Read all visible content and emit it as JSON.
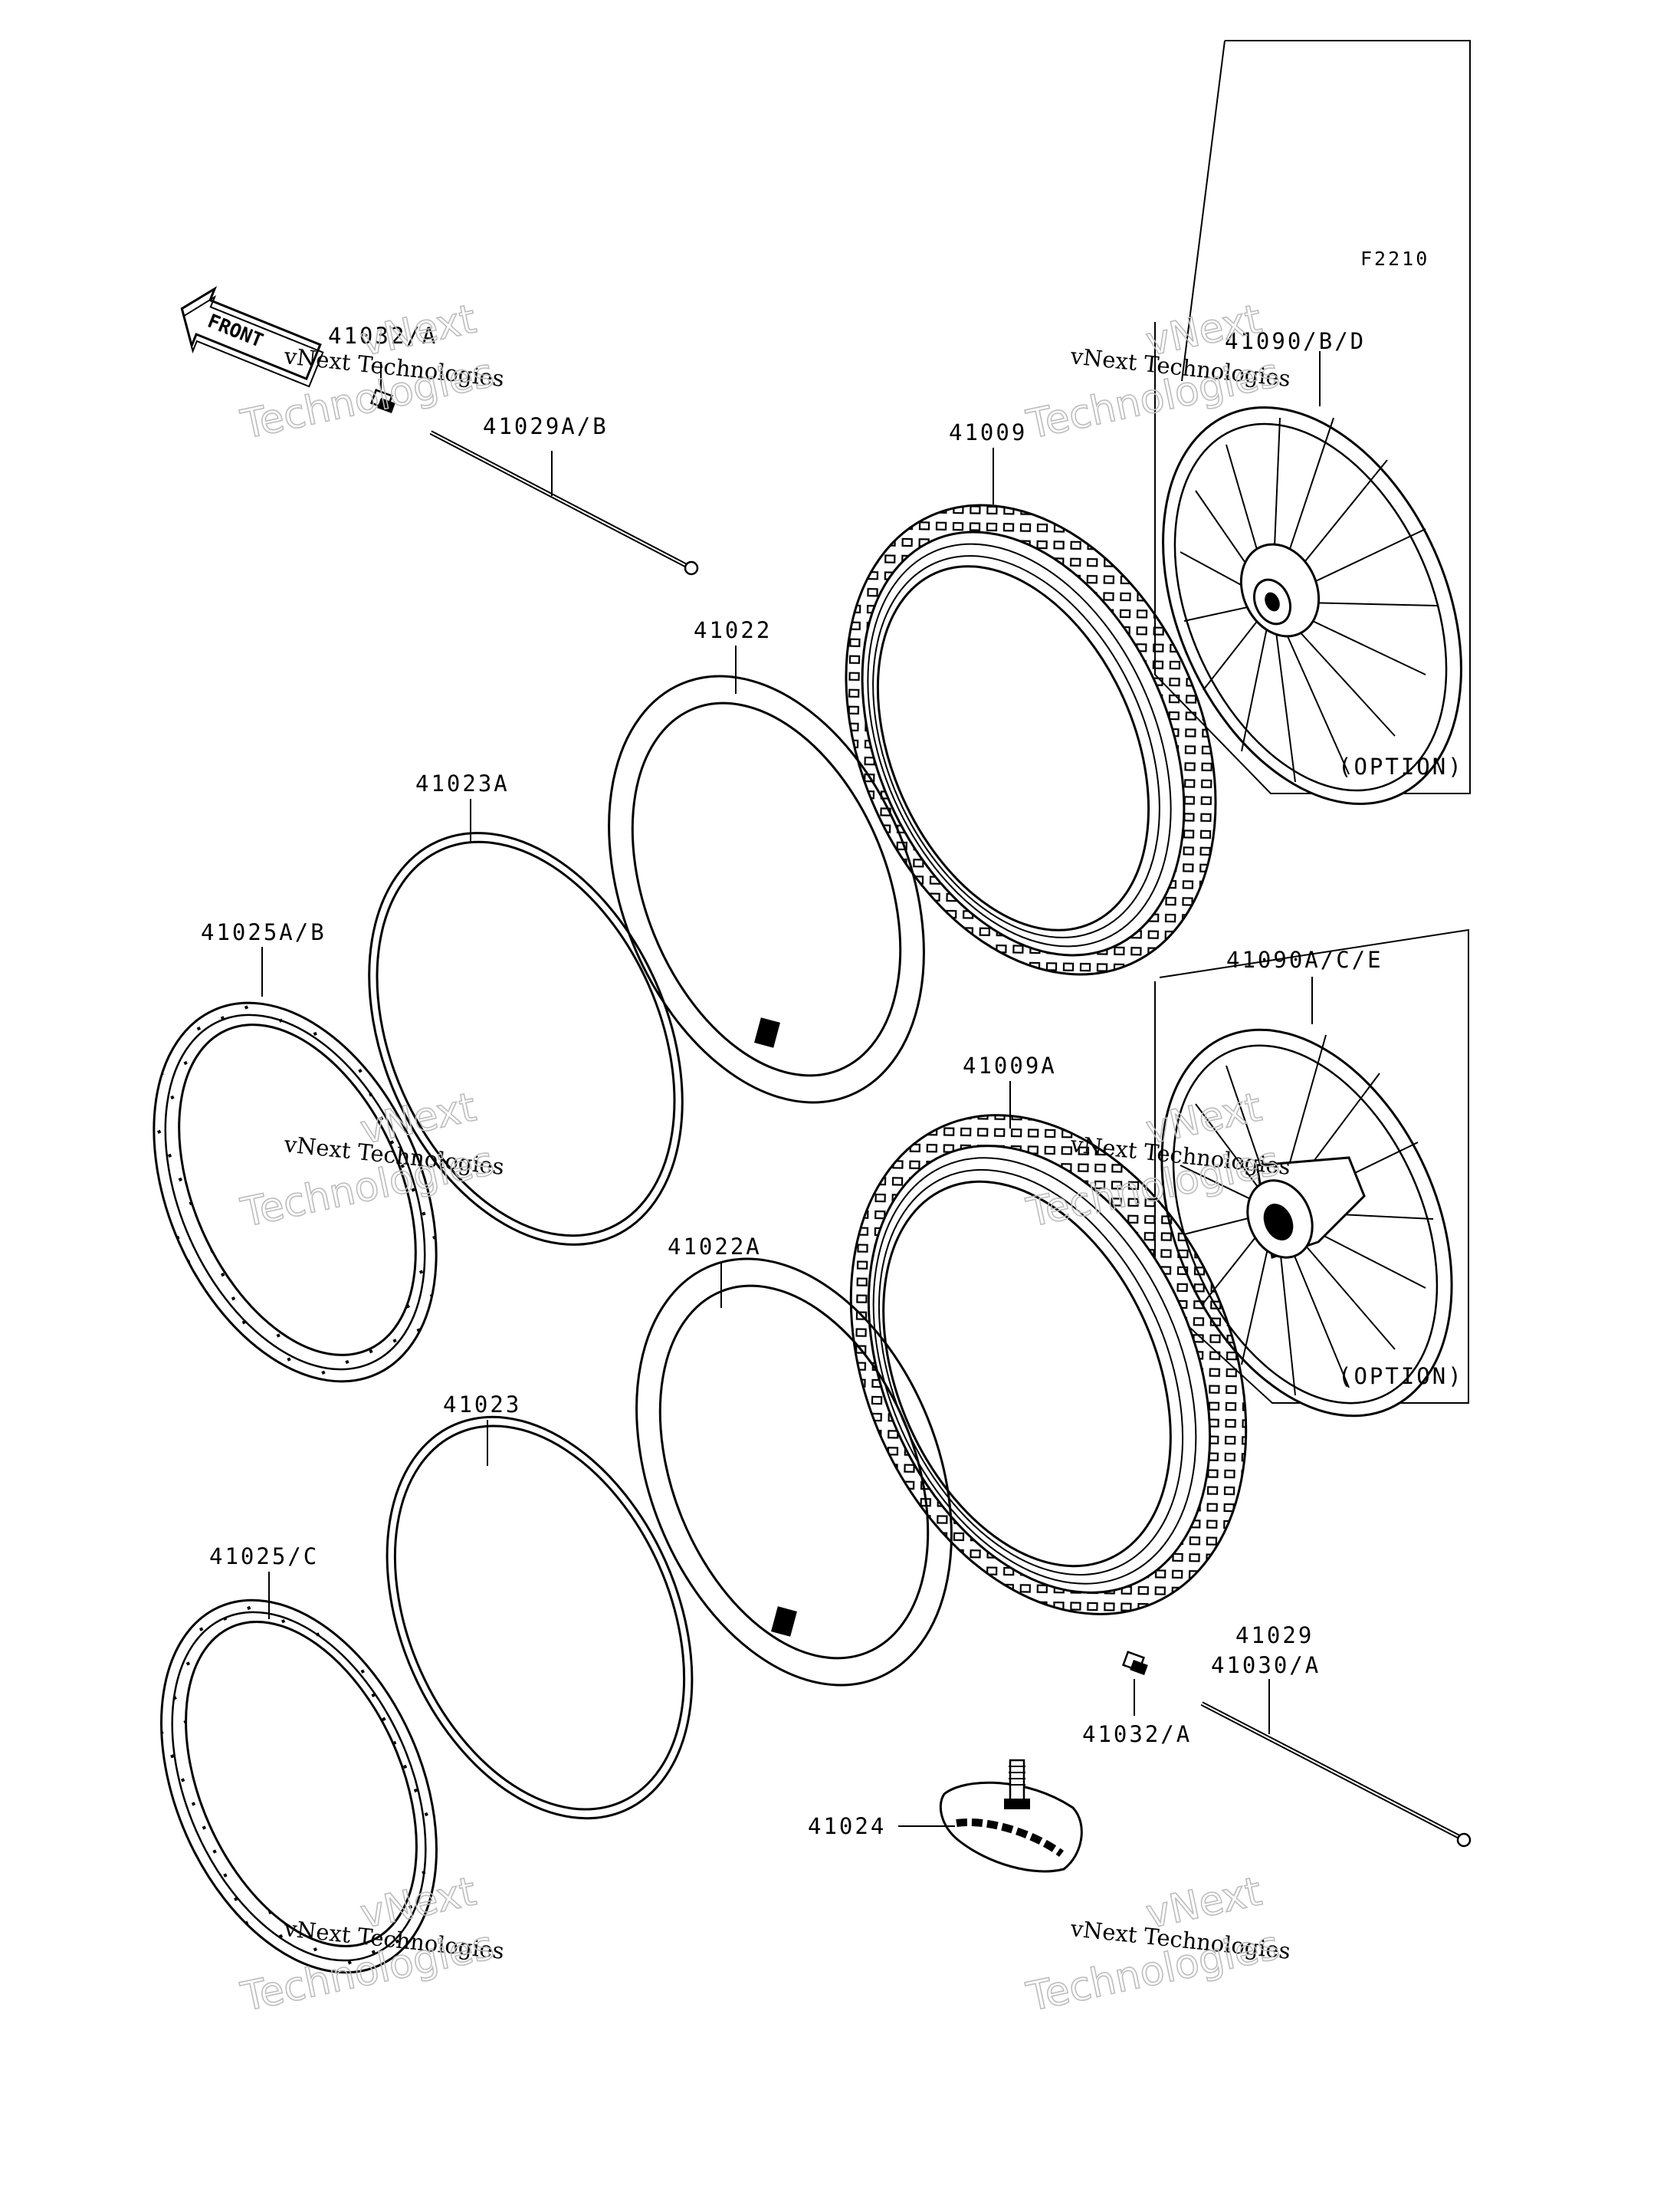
{
  "diagram_code": "F2210",
  "front_label": "FRONT",
  "option_label": "(OPTION)",
  "watermark": {
    "line1": "vNext Technologies",
    "line2a": "vNext",
    "line2b": "Technologies"
  },
  "parts": {
    "p41032A_top": "41032/A",
    "p41029AB": "41029A/B",
    "p41009": "41009",
    "p41090BD": "41090/B/D",
    "p41022": "41022",
    "p41023A": "41023A",
    "p41025AB": "41025A/B",
    "p41090ACE": "41090A/C/E",
    "p41009A": "41009A",
    "p41022A": "41022A",
    "p41023": "41023",
    "p41025C": "41025/C",
    "p41029": "41029",
    "p41030A": "41030/A",
    "p41032A_bottom": "41032/A",
    "p41024": "41024"
  }
}
